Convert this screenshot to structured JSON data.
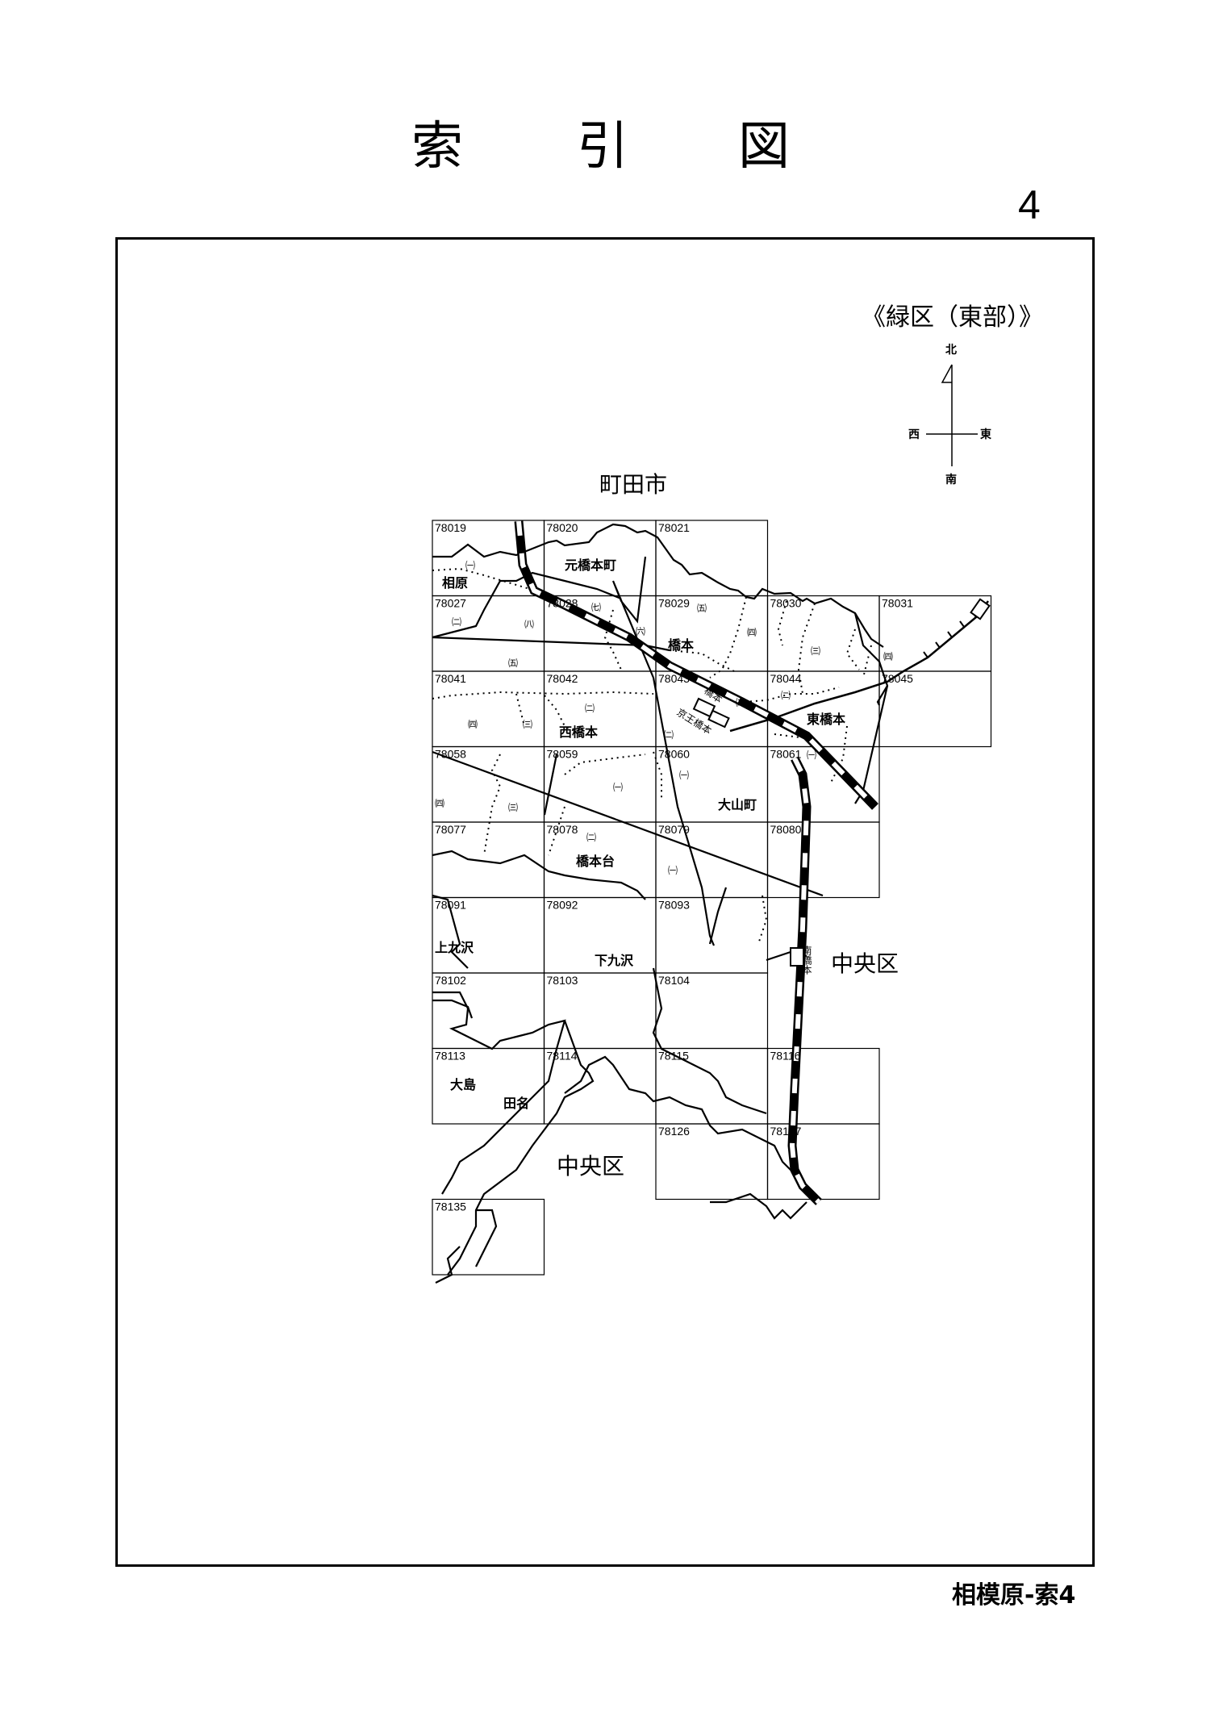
{
  "header": {
    "title_chars": [
      "索",
      "引",
      "図"
    ],
    "page_number": "4"
  },
  "map": {
    "subtitle": "《緑区（東部）》",
    "compass": {
      "north": "北",
      "south": "南",
      "east": "東",
      "west": "西"
    },
    "grid_cells": [
      "78019",
      "78020",
      "78021",
      "78027",
      "78028",
      "78029",
      "78030",
      "78031",
      "78041",
      "78042",
      "78043",
      "78044",
      "78045",
      "78058",
      "78059",
      "78060",
      "78061",
      "78077",
      "78078",
      "78079",
      "78080",
      "78091",
      "78092",
      "78093",
      "78102",
      "78103",
      "78104",
      "78113",
      "78114",
      "78115",
      "78116",
      "78126",
      "78127",
      "78135"
    ],
    "places": {
      "machida": "町田市",
      "chuo_east": "中央区",
      "chuo_south": "中央区",
      "motohashimoto": "元橋本町",
      "sagamihara": "相原",
      "hashimoto": "橋本",
      "higashihashimoto": "東橋本",
      "nishihashimoto": "西橋本",
      "oyamacho": "大山町",
      "hashimotodai": "橋本台",
      "kamikuzawa": "上九沢",
      "shimokuzawa": "下九沢",
      "oshima": "大島",
      "tana": "田名",
      "station_hashimoto": "橋本",
      "station_keio": "京王橋本",
      "station_minami": "南橋本"
    },
    "chome": {
      "c1": "㈠",
      "c2": "㈡",
      "c3": "㈢",
      "c4": "㈣",
      "c5": "㈤",
      "c6": "㈥",
      "c7": "㈦",
      "c8": "㈧"
    }
  },
  "footer": {
    "label": "相模原-索4"
  }
}
